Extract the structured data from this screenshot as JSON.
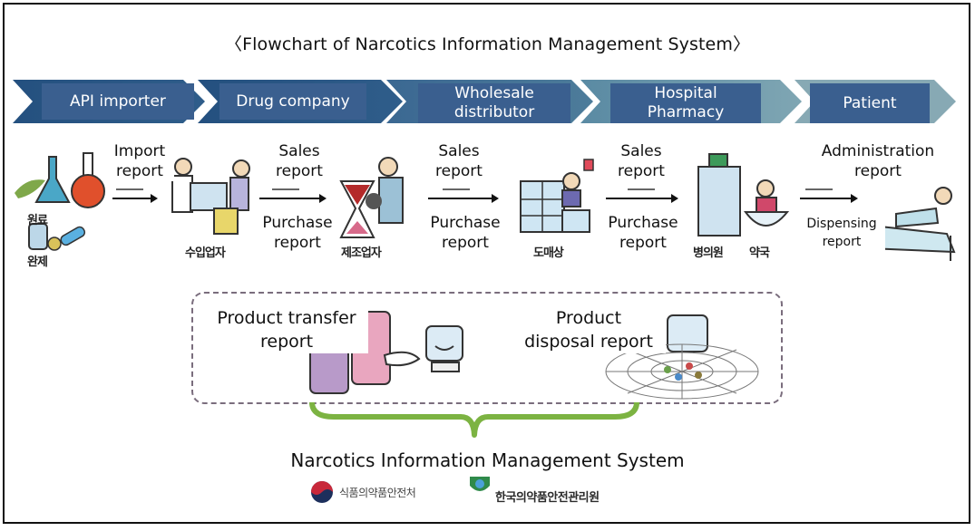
{
  "title": {
    "open_bracket": "〈",
    "text": "Flowchart of Narcotics Information Management System",
    "close_bracket": "〉"
  },
  "stages": [
    {
      "label_line1": "API importer",
      "label_line2": ""
    },
    {
      "label_line1": "Drug company",
      "label_line2": ""
    },
    {
      "label_line1": "Wholesale",
      "label_line2": "distributor"
    },
    {
      "label_line1": "Hospital",
      "label_line2": "Pharmacy"
    },
    {
      "label_line1": "Patient",
      "label_line2": ""
    }
  ],
  "illustrations": {
    "raw_materials_kor": "원료",
    "finished_kor": "완제",
    "importer_kor": "수입업자",
    "manufacturer_kor": "제조업자",
    "wholesaler_kor": "도매상",
    "hospital_kor": "병의원",
    "pharmacy_kor": "약국"
  },
  "flow_labels": {
    "import_report": [
      "Import",
      "report"
    ],
    "sales_report_1": [
      "Sales",
      "report"
    ],
    "purchase_report_1": [
      "Purchase",
      "report"
    ],
    "sales_report_2": [
      "Sales",
      "report"
    ],
    "purchase_report_2": [
      "Purchase",
      "report"
    ],
    "sales_report_3": [
      "Sales",
      "report"
    ],
    "purchase_report_3": [
      "Purchase",
      "report"
    ],
    "administration_report": [
      "Administration",
      "report"
    ],
    "dispensing_report": [
      "Dispensing",
      "report"
    ]
  },
  "system_box": {
    "product_transfer_report": [
      "Product transfer",
      "report"
    ],
    "product_disposal_report": [
      "Product",
      "disposal report"
    ]
  },
  "system_title": "Narcotics Information Management System",
  "logos": {
    "mfds": "식품의약품안전처",
    "kids": "한국의약품안전관리원"
  },
  "colors": {
    "stage_label_bg": "#3a5f8f",
    "chevron_dark": "#2f5d8a",
    "chevron_light": "#7fa6b3",
    "brace_green": "#7cb342",
    "box_border": "#7a6d7d"
  }
}
